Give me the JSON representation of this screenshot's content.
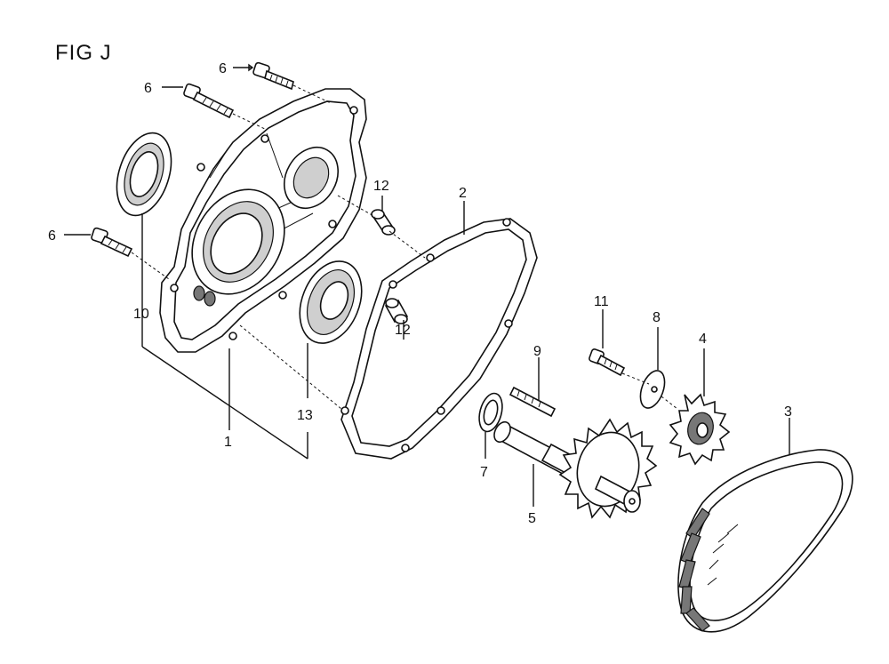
{
  "figure": {
    "title": "FIG J"
  },
  "callouts": [
    {
      "id": "c6a",
      "label": "6"
    },
    {
      "id": "c6b",
      "label": "6"
    },
    {
      "id": "c6c",
      "label": "6"
    },
    {
      "id": "c10",
      "label": "10"
    },
    {
      "id": "c12a",
      "label": "12"
    },
    {
      "id": "c12b",
      "label": "12"
    },
    {
      "id": "c2",
      "label": "2"
    },
    {
      "id": "c13",
      "label": "13"
    },
    {
      "id": "c1",
      "label": "1"
    },
    {
      "id": "c11",
      "label": "11"
    },
    {
      "id": "c8",
      "label": "8"
    },
    {
      "id": "c4",
      "label": "4"
    },
    {
      "id": "c9",
      "label": "9"
    },
    {
      "id": "c3",
      "label": "3"
    },
    {
      "id": "c7",
      "label": "7"
    },
    {
      "id": "c5",
      "label": "5"
    }
  ]
}
